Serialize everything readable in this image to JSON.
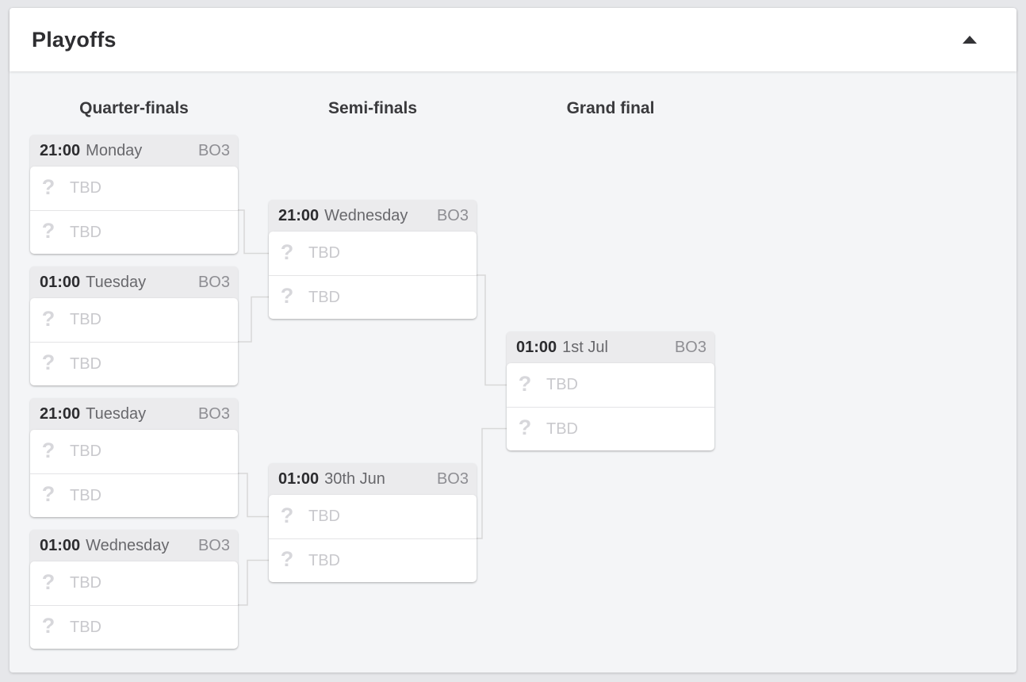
{
  "panel": {
    "title": "Playoffs",
    "collapse_icon": "caret-up"
  },
  "bracket": {
    "unknown_icon": "?",
    "rounds": [
      {
        "label": "Quarter-finals",
        "matches": [
          {
            "time": "21:00",
            "date": "Monday",
            "format": "BO3",
            "teams": [
              {
                "name": "TBD"
              },
              {
                "name": "TBD"
              }
            ]
          },
          {
            "time": "01:00",
            "date": "Tuesday",
            "format": "BO3",
            "teams": [
              {
                "name": "TBD"
              },
              {
                "name": "TBD"
              }
            ]
          },
          {
            "time": "21:00",
            "date": "Tuesday",
            "format": "BO3",
            "teams": [
              {
                "name": "TBD"
              },
              {
                "name": "TBD"
              }
            ]
          },
          {
            "time": "01:00",
            "date": "Wednesday",
            "format": "BO3",
            "teams": [
              {
                "name": "TBD"
              },
              {
                "name": "TBD"
              }
            ]
          }
        ]
      },
      {
        "label": "Semi-finals",
        "matches": [
          {
            "time": "21:00",
            "date": "Wednesday",
            "format": "BO3",
            "teams": [
              {
                "name": "TBD"
              },
              {
                "name": "TBD"
              }
            ]
          },
          {
            "time": "01:00",
            "date": "30th Jun",
            "format": "BO3",
            "teams": [
              {
                "name": "TBD"
              },
              {
                "name": "TBD"
              }
            ]
          }
        ]
      },
      {
        "label": "Grand final",
        "matches": [
          {
            "time": "01:00",
            "date": "1st Jul",
            "format": "BO3",
            "teams": [
              {
                "name": "TBD"
              },
              {
                "name": "TBD"
              }
            ]
          }
        ]
      }
    ]
  },
  "colors": {
    "panel_body_bg": "#f4f5f7",
    "panel_header_bg": "#ffffff",
    "match_header_bg": "#ebebed",
    "placeholder_text": "#c9c9cd",
    "connector_line": "#d8d8d8",
    "title_text": "#2e2e31"
  }
}
